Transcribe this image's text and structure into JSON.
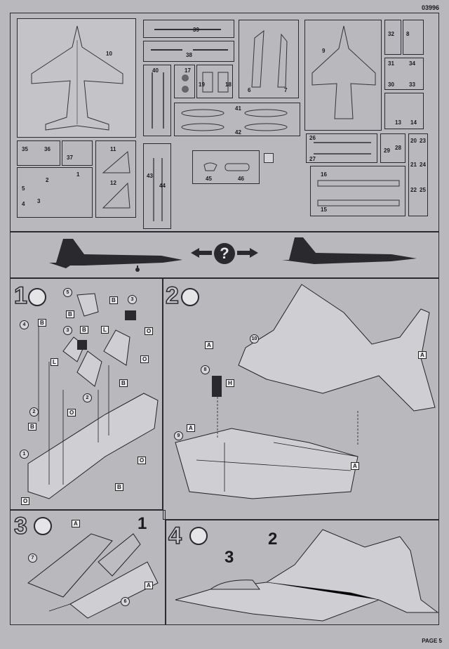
{
  "header": {
    "code": "03996"
  },
  "sprue": {
    "parts": [
      "10",
      "39",
      "38",
      "40",
      "17",
      "19",
      "18",
      "6",
      "7",
      "9",
      "32",
      "8",
      "31",
      "34",
      "30",
      "33",
      "13",
      "14",
      "41",
      "42",
      "35",
      "36",
      "37",
      "11",
      "2",
      "5",
      "1",
      "12",
      "4",
      "3",
      "43",
      "44",
      "45",
      "46",
      "26",
      "27",
      "29",
      "28",
      "20",
      "23",
      "21",
      "24",
      "22",
      "25",
      "16",
      "15"
    ]
  },
  "identify": {
    "question_glyph": "?"
  },
  "steps": [
    {
      "number": "1",
      "callouts": [
        "5",
        "3",
        "4",
        "3",
        "2",
        "2",
        "1"
      ],
      "glue_letters": [
        "B",
        "L",
        "O"
      ]
    },
    {
      "number": "2",
      "callouts": [
        "10",
        "8",
        "9"
      ],
      "glue_letters": [
        "A",
        "H"
      ]
    },
    {
      "number": "3",
      "callouts": [
        "7",
        "6"
      ],
      "glue_letters": [
        "A"
      ],
      "assembly_ref": "1"
    },
    {
      "number": "4",
      "assembly_refs": [
        "2",
        "3"
      ]
    }
  ],
  "footer": {
    "page_label": "PAGE 5"
  },
  "icons": {
    "glue": "glue-tube-icon"
  }
}
